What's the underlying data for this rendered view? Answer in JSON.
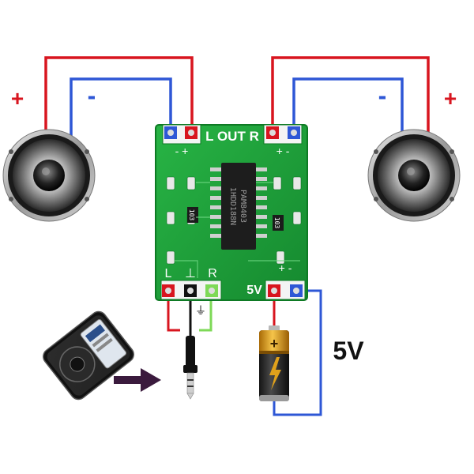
{
  "speakers": {
    "left": {
      "plus": "+",
      "minus": "-"
    },
    "right": {
      "plus": "+",
      "minus": "-"
    }
  },
  "board": {
    "out_label": "L OUT R",
    "out_polarity_left": "- +",
    "out_polarity_right": "+ -",
    "chip_line1": "PAM8403",
    "chip_line2": "1HDD188N",
    "resistor_left": "103",
    "resistor_right": "103",
    "input_labels": {
      "l": "L",
      "gnd": "⊥",
      "r": "R"
    },
    "power_label": "5V",
    "power_polarity": "+ -",
    "ground_symbol": "⏚"
  },
  "battery": {
    "voltage_label": "5V",
    "plus": "+"
  },
  "colors": {
    "red_wire": "#d8151f",
    "blue_wire": "#2e57d6",
    "green_wire": "#7ed957",
    "pcb": "#1fa33a",
    "pcb_dark": "#0e7a24",
    "battery_gold": "#e0a11b",
    "arrow": "#3a1a3d"
  },
  "icons": [
    "speaker-icon",
    "mp3-player-icon",
    "audio-jack-icon",
    "arrow-right-icon",
    "battery-icon",
    "ground-icon"
  ]
}
